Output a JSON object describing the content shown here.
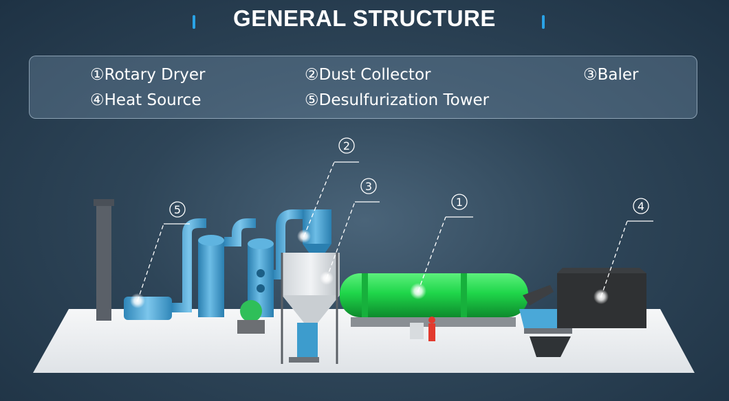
{
  "header": {
    "title": "GENERAL STRUCTURE"
  },
  "legend": {
    "items": [
      {
        "num": "1",
        "text": "①Rotary Dryer"
      },
      {
        "num": "2",
        "text": "②Dust Collector"
      },
      {
        "num": "3",
        "text": "③Baler"
      },
      {
        "num": "4",
        "text": "④Heat Source"
      },
      {
        "num": "5",
        "text": "⑤Desulfurization Tower"
      }
    ]
  },
  "markers": {
    "m1": "1",
    "m2": "2",
    "m3": "3",
    "m4": "4",
    "m5": "5"
  },
  "colors": {
    "accent": "#2aa3e6",
    "dryer": "#1fd64a",
    "piping": "#4aa8d8",
    "floor": "#f1f3f5"
  }
}
